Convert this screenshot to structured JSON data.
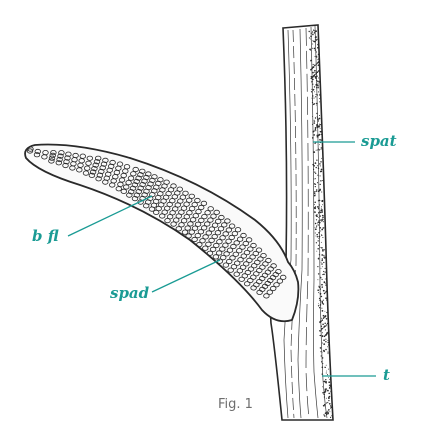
{
  "colors": {
    "accent": "#1a9b94",
    "ink": "#2a2a2a",
    "caption": "#6e6e6e"
  },
  "labels": {
    "spat": "spat",
    "b_fl": "b fl",
    "spad": "spad",
    "t": "t"
  },
  "caption": "Fig. 1"
}
